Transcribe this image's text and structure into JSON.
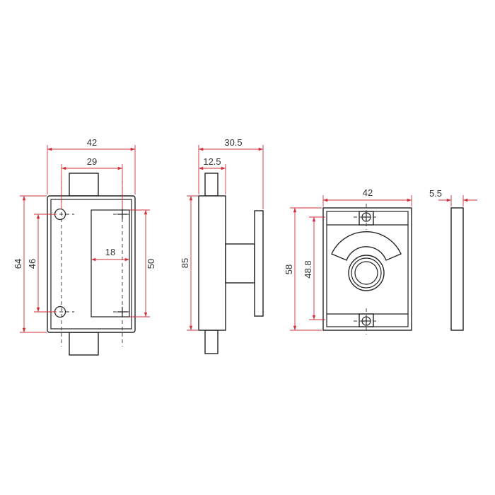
{
  "colors": {
    "dimension": "#d0303a",
    "outline": "#222222"
  },
  "views": {
    "front_lock": {
      "dims": {
        "width": "42",
        "bolt_spacing": "29",
        "height": "64",
        "hole_spacing": "46",
        "window_width": "18",
        "window_height": "50"
      }
    },
    "side_lock": {
      "dims": {
        "depth": "30.5",
        "body_depth": "12.5",
        "height": "85"
      }
    },
    "indicator_front": {
      "dims": {
        "width": "42",
        "height": "58",
        "hole_spacing": "48.8"
      }
    },
    "indicator_side": {
      "dims": {
        "thickness": "5.5"
      }
    }
  }
}
